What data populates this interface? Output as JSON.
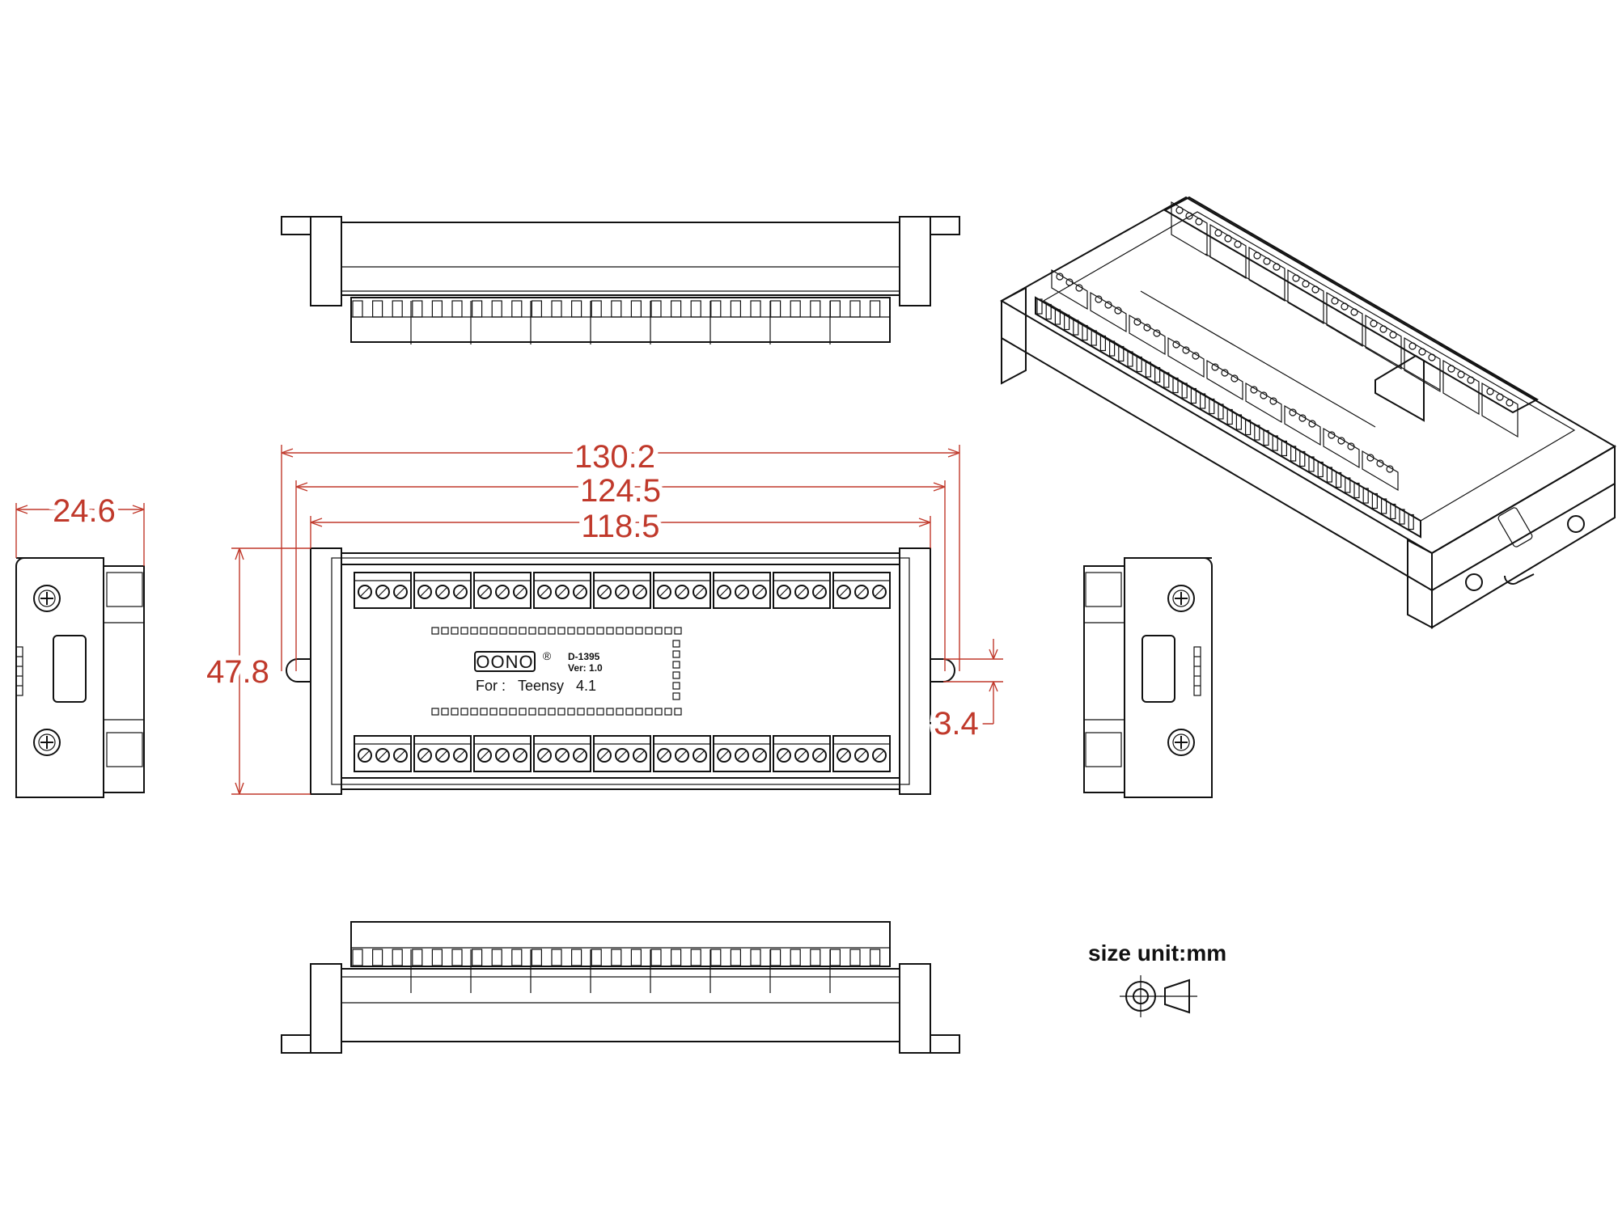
{
  "dimensions": {
    "overall_length": "130.2",
    "mounting_length": "124.5",
    "body_length": "118.5",
    "height": "47.8",
    "side_depth": "24.6",
    "slot_width": "3.4"
  },
  "board": {
    "brand": "OONO",
    "registered_mark": "®",
    "model": "D-1395",
    "version": "Ver: 1.0",
    "for_label": "For :",
    "target_name": "Teensy",
    "target_version": "4.1"
  },
  "units_note": "size unit:mm",
  "colors": {
    "dimension_line": "#c0392b",
    "outline": "#111111",
    "background": "#ffffff"
  },
  "icons": [
    "third-angle-projection-icon",
    "screw-head-icon"
  ]
}
